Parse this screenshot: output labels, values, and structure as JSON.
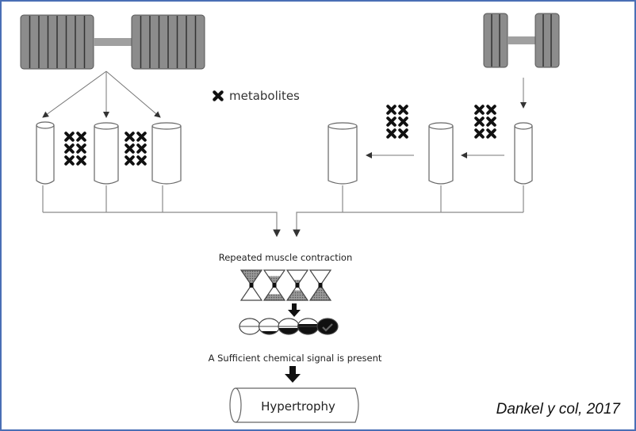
{
  "diagram": {
    "legend": {
      "symbol": "x-mark",
      "label": "metabolites"
    },
    "left_protocol": {
      "description": "Heavy load",
      "barbell_plates_per_side": 8,
      "fibers": 3,
      "metabolite_clusters": 2,
      "metabolites_per_cluster": 6
    },
    "right_protocol": {
      "description": "Light load",
      "barbell_plates_per_side": 3,
      "fibers": 3,
      "metabolite_clusters": 2,
      "metabolites_per_cluster": 6
    },
    "stages": {
      "contraction_label": "Repeated muscle contraction",
      "hourglass_count": 4,
      "signal_ovals": [
        "empty",
        "low",
        "medium",
        "high",
        "full-check"
      ],
      "signal_label": "A Sufficient chemical signal is present",
      "outcome_label": "Hypertrophy"
    },
    "citation": "Dankel y col, 2017"
  },
  "colors": {
    "frame": "#4a6fb5",
    "plate": "#8c8c8c",
    "line": "#8a8a8a",
    "ink": "#111111"
  }
}
